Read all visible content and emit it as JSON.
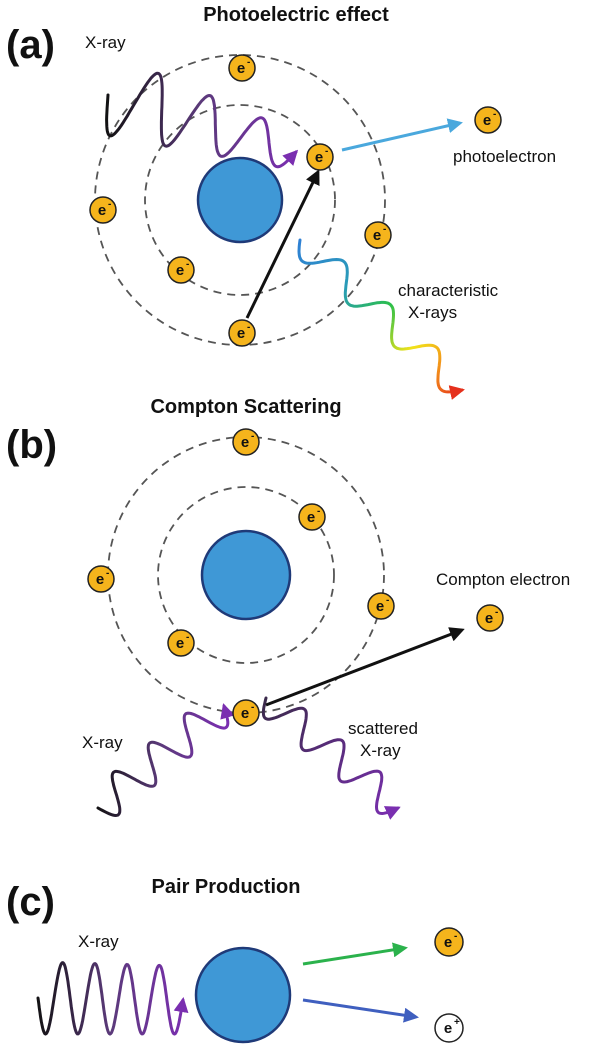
{
  "panel_a": {
    "letter": "(a)",
    "title": "Photoelectric effect",
    "xray_label": "X-ray",
    "photoelectron_label": "photoelectron",
    "characteristic_label_line1": "characteristic",
    "characteristic_label_line2": "X-rays"
  },
  "panel_b": {
    "letter": "(b)",
    "title": "Compton Scattering",
    "xray_label": "X-ray",
    "compton_electron_label": "Compton electron",
    "scattered_label_line1": "scattered",
    "scattered_label_line2": "X-ray"
  },
  "panel_c": {
    "letter": "(c)",
    "title": "Pair Production",
    "xray_label": "X-ray"
  },
  "particles": {
    "electron_symbol": "e",
    "electron_charge": "-",
    "positron_symbol": "e",
    "positron_charge": "+"
  },
  "colors": {
    "nucleus": "#3f98d6",
    "electron": "#f5b41c",
    "xray_start": "#111111",
    "xray_end": "#7a2fb0",
    "photoelectron_arrow": "#4aa8dd",
    "electron_arrow": "#2bb24c",
    "positron_arrow": "#3f5fbf"
  }
}
